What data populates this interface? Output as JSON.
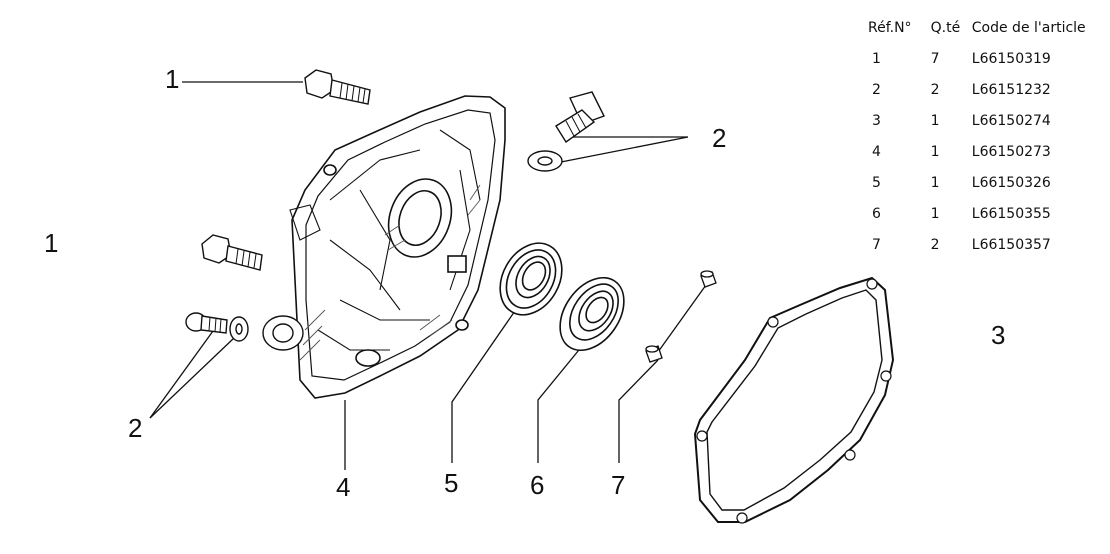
{
  "table": {
    "headers": [
      "Réf.N°",
      "Q.té",
      "Code de l'article"
    ],
    "rows": [
      {
        "ref": "1",
        "qty": "7",
        "code": "L66150319"
      },
      {
        "ref": "2",
        "qty": "2",
        "code": "L66151232"
      },
      {
        "ref": "3",
        "qty": "1",
        "code": "L66150274"
      },
      {
        "ref": "4",
        "qty": "1",
        "code": "L66150273"
      },
      {
        "ref": "5",
        "qty": "1",
        "code": "L66150326"
      },
      {
        "ref": "6",
        "qty": "1",
        "code": "L66150355"
      },
      {
        "ref": "7",
        "qty": "2",
        "code": "L66150357"
      }
    ]
  },
  "callouts": {
    "bolt_top": "1",
    "bolt_side": "1",
    "bolt_washer_top": "2",
    "bolt_washer_bottom": "2",
    "gasket": "3",
    "crankcase_cover": "4",
    "oil_seal": "5",
    "bearing": "6",
    "dowel_pin": "7"
  },
  "colors": {
    "ink": "#111111",
    "shade": "#555555",
    "background": "#ffffff"
  }
}
